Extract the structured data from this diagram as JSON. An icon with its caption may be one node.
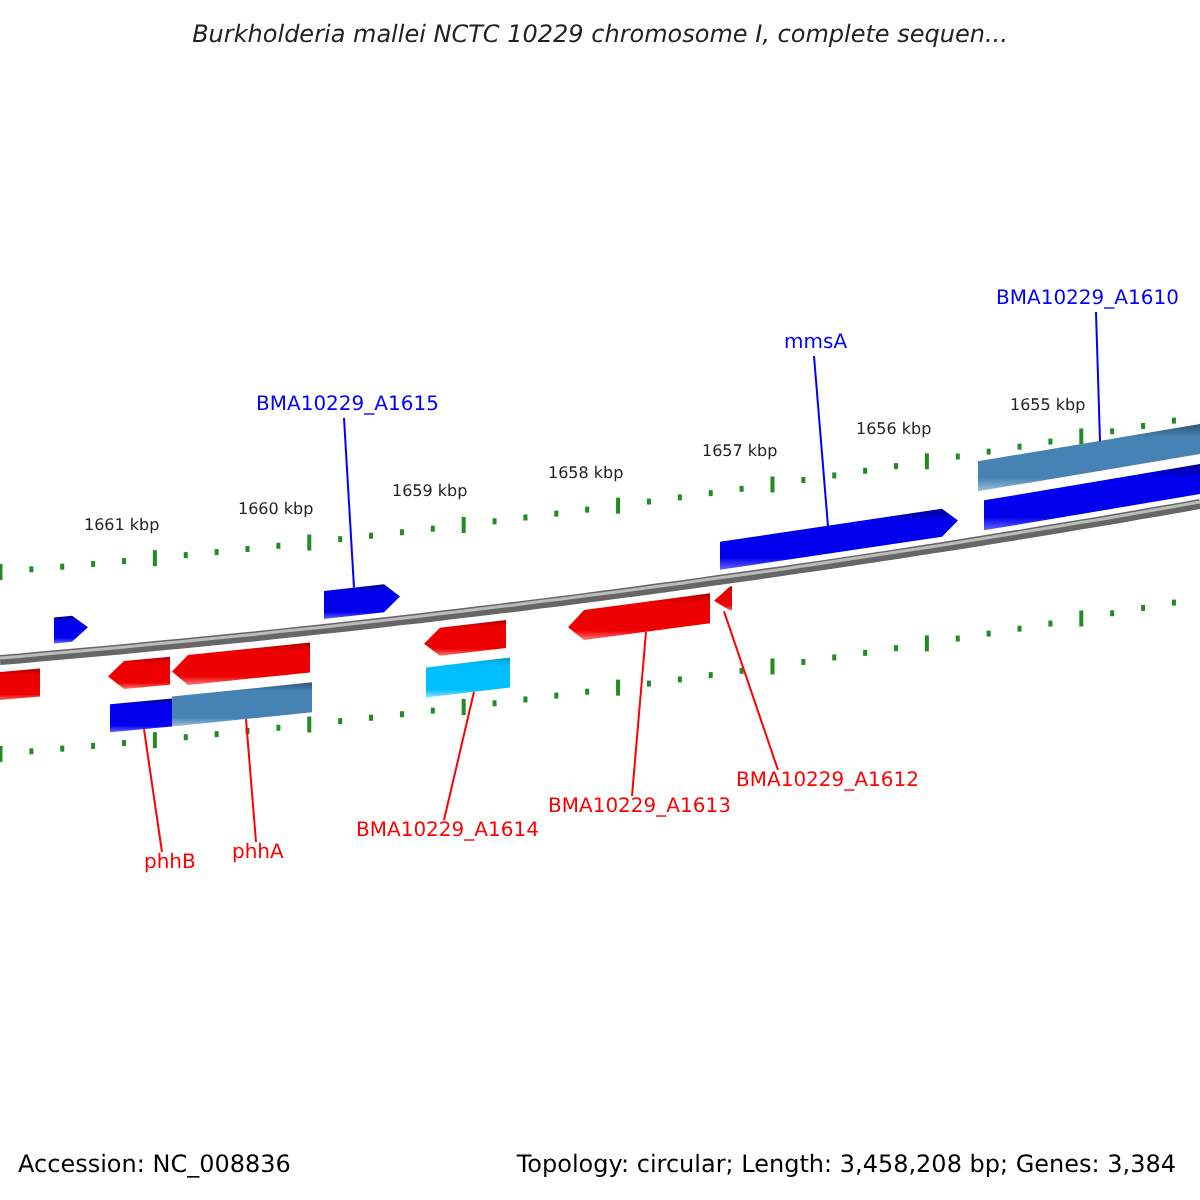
{
  "diagram": {
    "title": "Burkholderia mallei NCTC 10229 chromosome I, complete sequen...",
    "nodes": [
      {
        "text": [
          "BMA10229_A1610"
        ]
      },
      {
        "text": [
          "mmsA"
        ]
      },
      {
        "text": [
          "BMA10229_A1615"
        ]
      },
      {
        "text": [],
        "shape": "bar"
      },
      {
        "text": [],
        "shape": "bar"
      },
      {
        "text": [],
        "shape": "pentagon"
      },
      {
        "text": [],
        "shape": "pentagon"
      },
      {
        "text": [],
        "shape": "pentagon"
      },
      {
        "text": [],
        "shape": "bar"
      },
      {
        "text": [],
        "shape": "pentagon"
      },
      {
        "text": [],
        "shape": "pentagon"
      },
      {
        "text": [],
        "shape": "pentagon"
      },
      {
        "text": [],
        "shape": "pentagon"
      },
      {
        "text": [],
        "shape": "pentagon"
      },
      {
        "text": [],
        "shape": "bar"
      },
      {
        "text": [],
        "shape": "bar"
      },
      {
        "text": [],
        "shape": "bar"
      },
      {
        "text": [
          "BMA10229_A1612"
        ]
      },
      {
        "text": [
          "BMA10229_A1613"
        ]
      },
      {
        "text": [
          "BMA10229_A1614"
        ]
      },
      {
        "text": [
          "phhA"
        ]
      },
      {
        "text": [
          "phhB"
        ]
      }
    ],
    "edges": [
      {
        "from": 0,
        "to": 3,
        "arrow": "none",
        "color": "#0000ff"
      },
      {
        "from": 1,
        "to": 5,
        "arrow": "none",
        "color": "#0000ff"
      },
      {
        "from": 2,
        "to": 6,
        "arrow": "none",
        "color": "#0000ff"
      },
      {
        "from": 17,
        "to": 13,
        "arrow": "none"
      },
      {
        "from": 18,
        "to": 12,
        "arrow": "none"
      },
      {
        "from": 19,
        "to": 16,
        "arrow": "none"
      },
      {
        "from": 20,
        "to": 15,
        "arrow": "none"
      },
      {
        "from": 21,
        "to": 14,
        "arrow": "none"
      }
    ],
    "labels": [
      "1655 kbp",
      "1656 kbp",
      "1657 kbp",
      "1658 kbp",
      "1659 kbp",
      "1660 kbp",
      "1661 kbp",
      "Accession: NC_008836",
      "Topology: circular; Length: 3,458,208 bp; Genes: 3,384"
    ]
  }
}
